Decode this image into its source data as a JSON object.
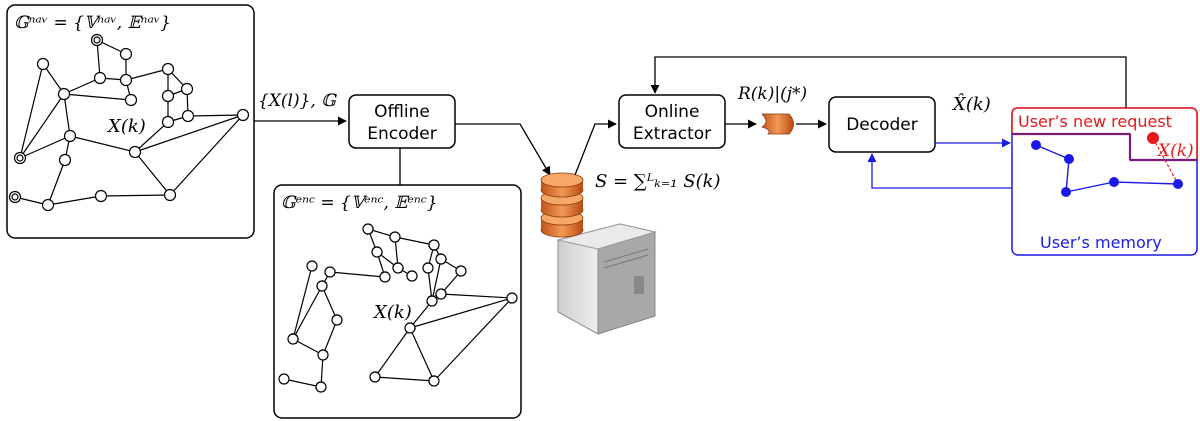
{
  "labels": {
    "nav_graph": "𝔾ⁿᵃᵛ = {𝕍ⁿᵃᵛ, 𝔼ⁿᵃᵛ}",
    "enc_graph": "𝔾ᵉⁿᶜ = {𝕍ᵉⁿᶜ, 𝔼ᵉⁿᶜ}",
    "nav_xk": "X(k)",
    "enc_xk": "X(k)",
    "input_edge": "{X(l)}, 𝔾",
    "storage_sum": "S = ∑ᴸₖ₌₁ S(k)",
    "retrieved": "R(k)|(j*)",
    "decoded": "X̂(k)",
    "new_request_xk": "X(k)"
  },
  "blocks": {
    "offline_encoder": [
      "Offline",
      "Encoder"
    ],
    "online_extractor": [
      "Online",
      "Extractor"
    ],
    "decoder": "Decoder"
  },
  "user": {
    "new_request": "User’s new request",
    "memory": "User’s memory"
  },
  "colors": {
    "blue": "#1a1ae6",
    "red": "#e61a1a",
    "server_orange": "#e8762b"
  }
}
